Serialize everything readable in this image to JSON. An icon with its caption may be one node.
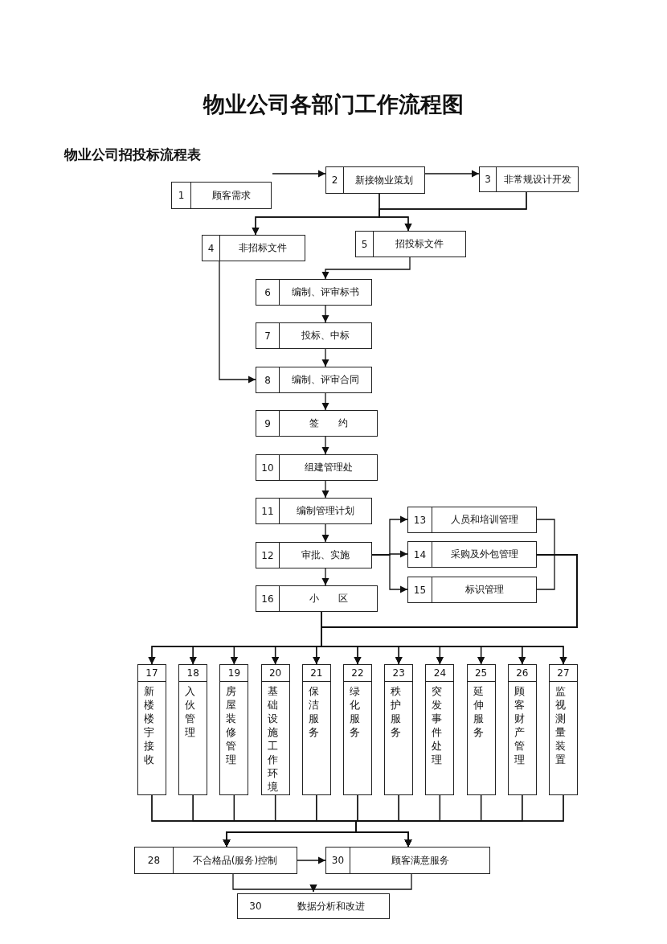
{
  "diagram": {
    "title": "物业公司各部门工作流程图",
    "nodes": [
      {
        "text": [
          "1",
          "顾客需求"
        ]
      },
      {
        "text": [
          "2",
          "新接物业策划"
        ]
      },
      {
        "text": [
          "3",
          "非常规设计开发"
        ]
      },
      {
        "text": [
          "4",
          "非招标文件"
        ]
      },
      {
        "text": [
          "5",
          "招投标文件"
        ]
      },
      {
        "text": [
          "6",
          "编制、评审标书"
        ]
      },
      {
        "text": [
          "7",
          "投标、中标"
        ]
      },
      {
        "text": [
          "8",
          "编制、评审合同"
        ]
      },
      {
        "text": [
          "9",
          "签　　约"
        ]
      },
      {
        "text": [
          "10",
          "组建管理处"
        ]
      },
      {
        "text": [
          "11",
          "编制管理计划"
        ]
      },
      {
        "text": [
          "12",
          "审批、实施"
        ]
      },
      {
        "text": [
          "13",
          "人员和培训管理"
        ]
      },
      {
        "text": [
          "14",
          "采购及外包管理"
        ]
      },
      {
        "text": [
          "15",
          "标识管理"
        ]
      },
      {
        "text": [
          "16",
          "小　　区"
        ]
      },
      {
        "text": [
          "17",
          "新楼楼宇接收"
        ]
      },
      {
        "text": [
          "18",
          "入伙管理"
        ]
      },
      {
        "text": [
          "19",
          "房屋装修管理"
        ]
      },
      {
        "text": [
          "20",
          "基础设施工作环境"
        ]
      },
      {
        "text": [
          "21",
          "保洁服务"
        ]
      },
      {
        "text": [
          "22",
          "绿化服务"
        ]
      },
      {
        "text": [
          "23",
          "秩护服务"
        ]
      },
      {
        "text": [
          "24",
          "突发事件处理"
        ]
      },
      {
        "text": [
          "25",
          "延伸服务"
        ]
      },
      {
        "text": [
          "26",
          "顾客财产管理"
        ]
      },
      {
        "text": [
          "27",
          "监视测量装置"
        ]
      },
      {
        "text": [
          "28",
          "不合格品(服务)控制"
        ]
      },
      {
        "text": [
          "30",
          "顾客满意服务"
        ]
      },
      {
        "text": [
          "30",
          "数据分析和改进"
        ]
      }
    ],
    "edges": [
      {
        "from": 0,
        "to": 1,
        "arrow": "to"
      },
      {
        "from": 1,
        "to": 2,
        "arrow": "to"
      },
      {
        "from": 1,
        "to": 3,
        "arrow": "to"
      },
      {
        "from": 1,
        "to": 4,
        "arrow": "to"
      },
      {
        "from": 2,
        "to": 3,
        "arrow": "to"
      },
      {
        "from": 2,
        "to": 4,
        "arrow": "to"
      },
      {
        "from": 4,
        "to": 5,
        "arrow": "to"
      },
      {
        "from": 5,
        "to": 6,
        "arrow": "to"
      },
      {
        "from": 6,
        "to": 7,
        "arrow": "to"
      },
      {
        "from": 3,
        "to": 7,
        "arrow": "to"
      },
      {
        "from": 7,
        "to": 8,
        "arrow": "to"
      },
      {
        "from": 8,
        "to": 9,
        "arrow": "to"
      },
      {
        "from": 9,
        "to": 10,
        "arrow": "to"
      },
      {
        "from": 10,
        "to": 11,
        "arrow": "to"
      },
      {
        "from": 11,
        "to": 15,
        "arrow": "to"
      },
      {
        "from": 11,
        "to": 12,
        "arrow": "to"
      },
      {
        "from": 11,
        "to": 13,
        "arrow": "to"
      },
      {
        "from": 11,
        "to": 14,
        "arrow": "to"
      },
      {
        "from": 12,
        "to": 14,
        "arrow": "none"
      },
      {
        "from": 15,
        "to": 16,
        "arrow": "to"
      },
      {
        "from": 15,
        "to": 17,
        "arrow": "to"
      },
      {
        "from": 15,
        "to": 18,
        "arrow": "to"
      },
      {
        "from": 15,
        "to": 19,
        "arrow": "to"
      },
      {
        "from": 15,
        "to": 20,
        "arrow": "to"
      },
      {
        "from": 15,
        "to": 21,
        "arrow": "to"
      },
      {
        "from": 15,
        "to": 22,
        "arrow": "to"
      },
      {
        "from": 15,
        "to": 23,
        "arrow": "to"
      },
      {
        "from": 15,
        "to": 24,
        "arrow": "to"
      },
      {
        "from": 15,
        "to": 25,
        "arrow": "to"
      },
      {
        "from": 15,
        "to": 26,
        "arrow": "to"
      },
      {
        "from": 13,
        "to": 16,
        "arrow": "to"
      },
      {
        "from": 13,
        "to": 17,
        "arrow": "to"
      },
      {
        "from": 13,
        "to": 18,
        "arrow": "to"
      },
      {
        "from": 13,
        "to": 19,
        "arrow": "to"
      },
      {
        "from": 13,
        "to": 20,
        "arrow": "to"
      },
      {
        "from": 13,
        "to": 21,
        "arrow": "to"
      },
      {
        "from": 13,
        "to": 22,
        "arrow": "to"
      },
      {
        "from": 13,
        "to": 23,
        "arrow": "to"
      },
      {
        "from": 13,
        "to": 24,
        "arrow": "to"
      },
      {
        "from": 13,
        "to": 25,
        "arrow": "to"
      },
      {
        "from": 13,
        "to": 26,
        "arrow": "to"
      },
      {
        "from": 16,
        "to": 27,
        "arrow": "to"
      },
      {
        "from": 17,
        "to": 27,
        "arrow": "to"
      },
      {
        "from": 18,
        "to": 27,
        "arrow": "to"
      },
      {
        "from": 19,
        "to": 27,
        "arrow": "to"
      },
      {
        "from": 20,
        "to": 27,
        "arrow": "to"
      },
      {
        "from": 21,
        "to": 27,
        "arrow": "to"
      },
      {
        "from": 22,
        "to": 27,
        "arrow": "to"
      },
      {
        "from": 23,
        "to": 27,
        "arrow": "to"
      },
      {
        "from": 24,
        "to": 27,
        "arrow": "to"
      },
      {
        "from": 25,
        "to": 27,
        "arrow": "to"
      },
      {
        "from": 26,
        "to": 27,
        "arrow": "to"
      },
      {
        "from": 16,
        "to": 28,
        "arrow": "to"
      },
      {
        "from": 17,
        "to": 28,
        "arrow": "to"
      },
      {
        "from": 18,
        "to": 28,
        "arrow": "to"
      },
      {
        "from": 19,
        "to": 28,
        "arrow": "to"
      },
      {
        "from": 20,
        "to": 28,
        "arrow": "to"
      },
      {
        "from": 21,
        "to": 28,
        "arrow": "to"
      },
      {
        "from": 22,
        "to": 28,
        "arrow": "to"
      },
      {
        "from": 23,
        "to": 28,
        "arrow": "to"
      },
      {
        "from": 24,
        "to": 28,
        "arrow": "to"
      },
      {
        "from": 25,
        "to": 28,
        "arrow": "to"
      },
      {
        "from": 26,
        "to": 28,
        "arrow": "to"
      },
      {
        "from": 27,
        "to": 28,
        "arrow": "to"
      },
      {
        "from": 27,
        "to": 29,
        "arrow": "to"
      },
      {
        "from": 28,
        "to": 29,
        "arrow": "to"
      }
    ],
    "labels": [
      "物业公司招投标流程表"
    ]
  }
}
